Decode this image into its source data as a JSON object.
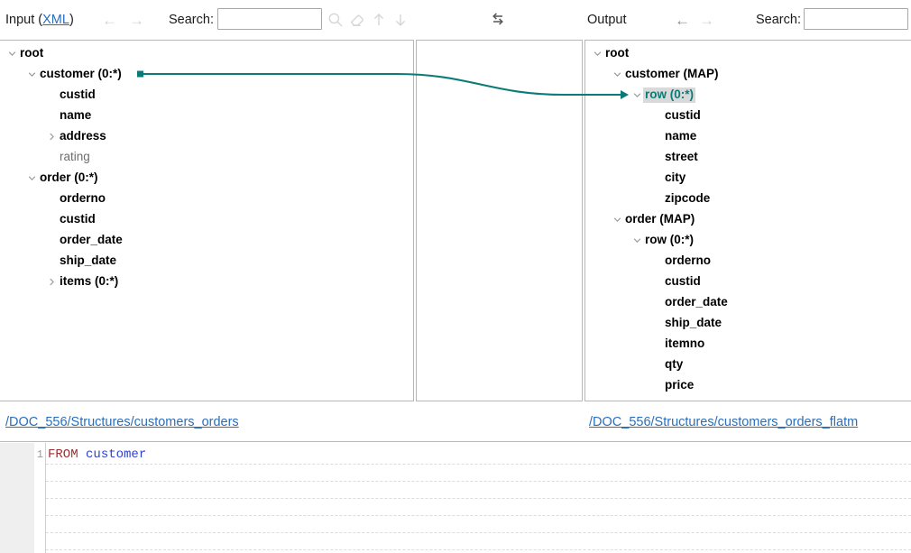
{
  "toolbar": {
    "input_label": "Input (",
    "input_format": "XML",
    "input_label_close": ")",
    "output_label": "Output",
    "search_label_left": "Search:",
    "search_label_right": "Search:",
    "search_value_left": "",
    "search_value_right": "",
    "search_placeholder": "",
    "back_arrow": "←",
    "forward_arrow": "→",
    "icons": {
      "find": "search-icon",
      "clear": "eraser-icon",
      "prev": "arrow-up-icon",
      "next": "arrow-down-icon",
      "swap": "swap-arrows-icon"
    },
    "arrow_up": "↑",
    "arrow_down": "↓"
  },
  "input_tree": {
    "nodes": [
      {
        "label": "root",
        "indent": 0,
        "state": "expanded",
        "style": "bold"
      },
      {
        "label": "customer (0:*)",
        "indent": 1,
        "state": "expanded",
        "style": "bold"
      },
      {
        "label": "custid",
        "indent": 2,
        "state": "leaf",
        "style": "bold"
      },
      {
        "label": "name",
        "indent": 2,
        "state": "leaf",
        "style": "bold"
      },
      {
        "label": "address",
        "indent": 2,
        "state": "collapsed",
        "style": "bold"
      },
      {
        "label": "rating",
        "indent": 2,
        "state": "leaf",
        "style": "dim"
      },
      {
        "label": "order (0:*)",
        "indent": 1,
        "state": "expanded",
        "style": "bold"
      },
      {
        "label": "orderno",
        "indent": 2,
        "state": "leaf",
        "style": "bold"
      },
      {
        "label": "custid",
        "indent": 2,
        "state": "leaf",
        "style": "bold"
      },
      {
        "label": "order_date",
        "indent": 2,
        "state": "leaf",
        "style": "bold"
      },
      {
        "label": "ship_date",
        "indent": 2,
        "state": "leaf",
        "style": "bold"
      },
      {
        "label": "items (0:*)",
        "indent": 2,
        "state": "collapsed",
        "style": "bold"
      }
    ]
  },
  "output_tree": {
    "nodes": [
      {
        "label": "root",
        "indent": 0,
        "state": "expanded",
        "style": "bold"
      },
      {
        "label": "customer (MAP)",
        "indent": 1,
        "state": "expanded",
        "style": "bold"
      },
      {
        "label": "row (0:*)",
        "indent": 2,
        "state": "expanded",
        "style": "selected"
      },
      {
        "label": "custid",
        "indent": 3,
        "state": "leaf",
        "style": "bold"
      },
      {
        "label": "name",
        "indent": 3,
        "state": "leaf",
        "style": "bold"
      },
      {
        "label": "street",
        "indent": 3,
        "state": "leaf",
        "style": "bold"
      },
      {
        "label": "city",
        "indent": 3,
        "state": "leaf",
        "style": "bold"
      },
      {
        "label": "zipcode",
        "indent": 3,
        "state": "leaf",
        "style": "bold"
      },
      {
        "label": "order (MAP)",
        "indent": 1,
        "state": "expanded",
        "style": "bold"
      },
      {
        "label": "row (0:*)",
        "indent": 2,
        "state": "expanded",
        "style": "bold"
      },
      {
        "label": "orderno",
        "indent": 3,
        "state": "leaf",
        "style": "bold"
      },
      {
        "label": "custid",
        "indent": 3,
        "state": "leaf",
        "style": "bold"
      },
      {
        "label": "order_date",
        "indent": 3,
        "state": "leaf",
        "style": "bold"
      },
      {
        "label": "ship_date",
        "indent": 3,
        "state": "leaf",
        "style": "bold"
      },
      {
        "label": "itemno",
        "indent": 3,
        "state": "leaf",
        "style": "bold"
      },
      {
        "label": "qty",
        "indent": 3,
        "state": "leaf",
        "style": "bold"
      },
      {
        "label": "price",
        "indent": 3,
        "state": "leaf",
        "style": "bold"
      }
    ]
  },
  "mapping": {
    "connection_color": "#0b7b77",
    "source_node": "customer (0:*)",
    "target_node": "row (0:*)"
  },
  "footer": {
    "input_path": "/DOC_556/Structures/customers_orders",
    "output_path": "/DOC_556/Structures/customers_orders_flatm"
  },
  "editor": {
    "lines": [
      {
        "number": "1",
        "keyword": "FROM",
        "identifier": "customer"
      }
    ]
  },
  "colors": {
    "accent_teal": "#0b7b77",
    "link_blue": "#2a6ebb",
    "selection_bg": "#d9d9d9",
    "keyword_red": "#9c2f2f",
    "identifier_blue": "#2c3fcf"
  }
}
